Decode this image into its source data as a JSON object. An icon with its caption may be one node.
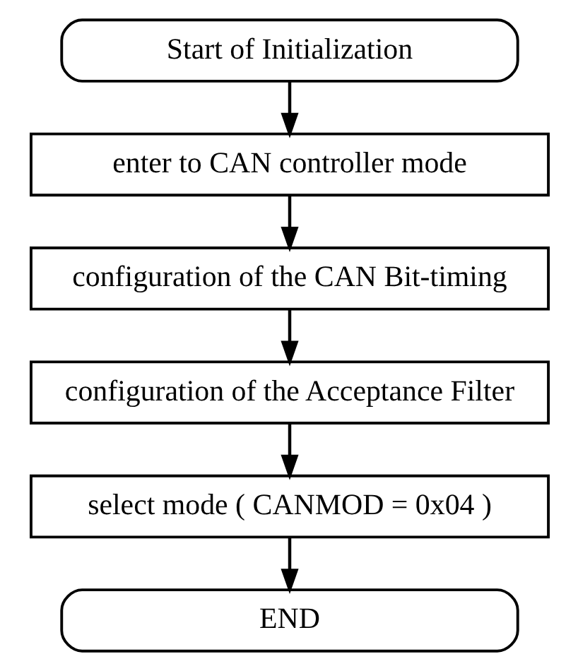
{
  "diagram": {
    "nodes": [
      {
        "text": [
          "Start of Initialization"
        ]
      },
      {
        "text": [
          "enter to CAN controller mode"
        ]
      },
      {
        "text": [
          "configuration of the CAN Bit-timing"
        ]
      },
      {
        "text": [
          "configuration of the Acceptance Filter"
        ]
      },
      {
        "text": [
          "select mode ( CANMOD = 0x04 )"
        ]
      },
      {
        "text": [
          "END"
        ]
      }
    ],
    "edges": [
      {
        "from": 0,
        "to": 1,
        "arrow": "to"
      },
      {
        "from": 1,
        "to": 2,
        "arrow": "to"
      },
      {
        "from": 2,
        "to": 3,
        "arrow": "to"
      },
      {
        "from": 3,
        "to": 4,
        "arrow": "to"
      },
      {
        "from": 4,
        "to": 5,
        "arrow": "to"
      }
    ]
  }
}
